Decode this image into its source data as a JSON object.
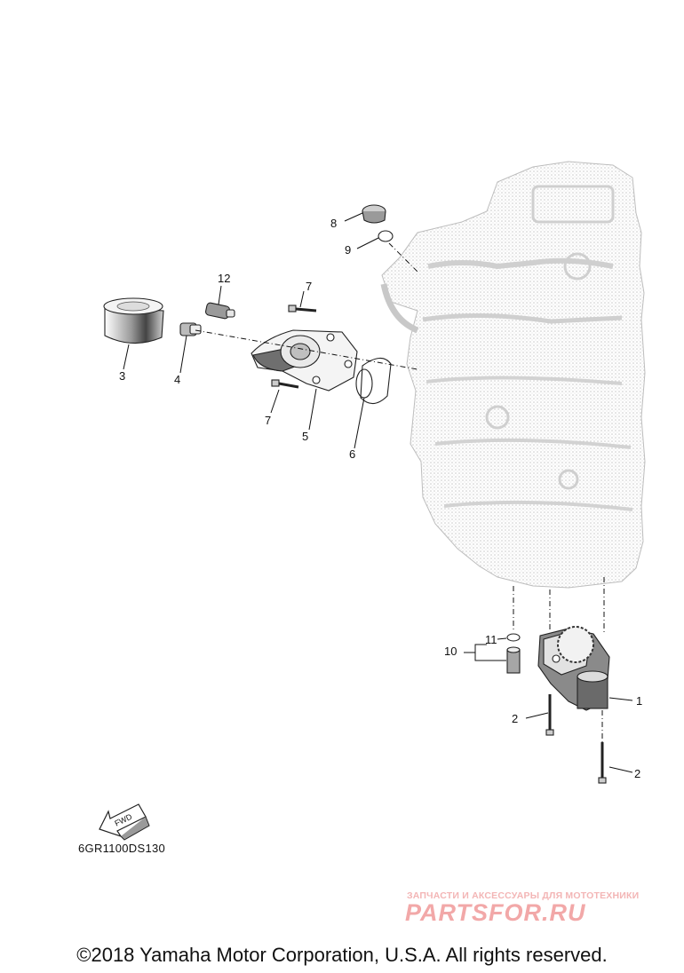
{
  "diagram": {
    "callouts": [
      "1",
      "2",
      "2",
      "3",
      "4",
      "5",
      "6",
      "7",
      "7",
      "8",
      "9",
      "10",
      "11",
      "12"
    ],
    "fwd_label": "FWD",
    "code": "6GR1100DS130"
  },
  "watermark": {
    "tagline": "ЗАПЧАСТИ И АКСЕССУАРЫ ДЛЯ МОТОТЕХНИКИ",
    "logo": "PARTSFOR.RU"
  },
  "copyright": "©2018 Yamaha Motor Corporation, U.S.A. All rights reserved.",
  "colors": {
    "line": "#111111",
    "engine_block": "#d9d9d9",
    "watermark": "#f2a8a8"
  }
}
